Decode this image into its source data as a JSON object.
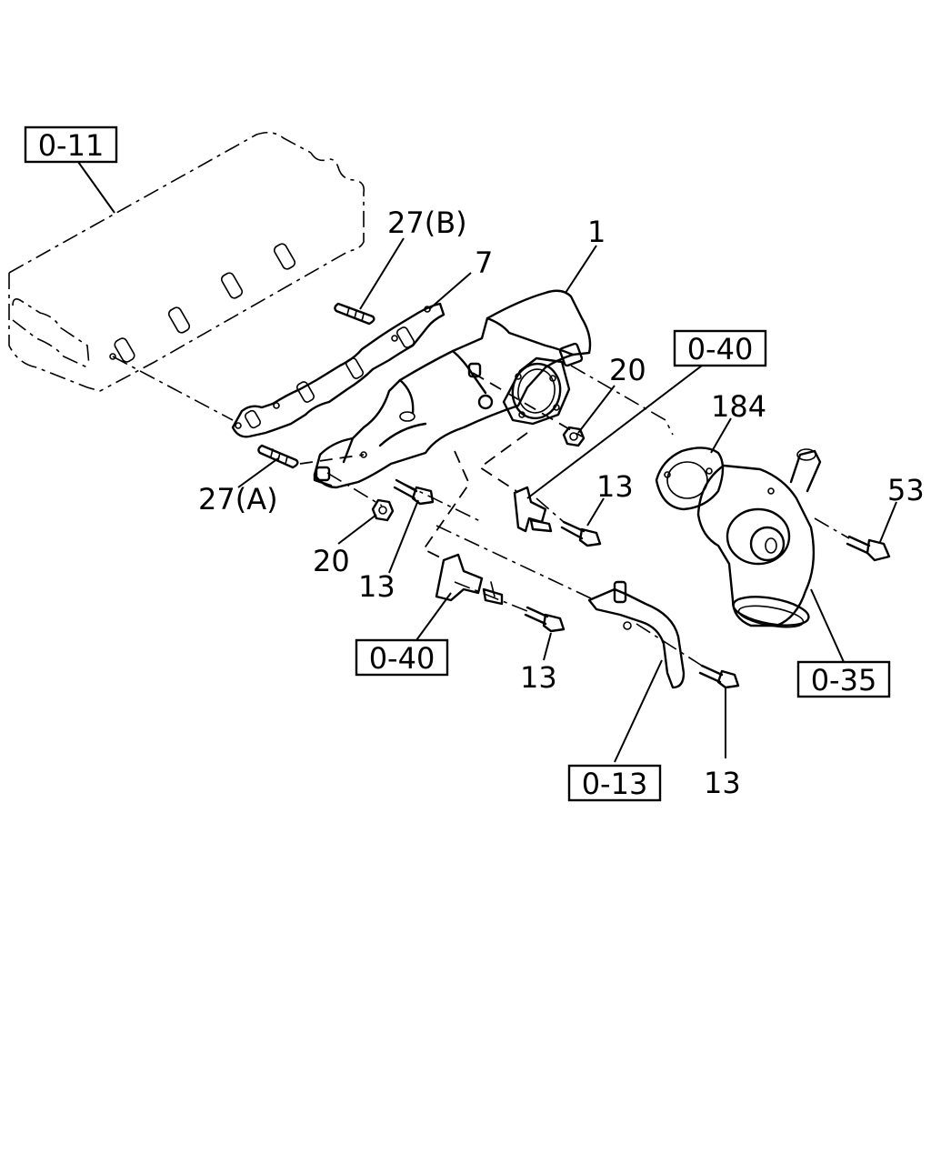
{
  "references": [
    {
      "id": "ref-0-11",
      "text": "0-11"
    },
    {
      "id": "ref-0-40-top",
      "text": "0-40"
    },
    {
      "id": "ref-0-40-bottom",
      "text": "0-40"
    },
    {
      "id": "ref-0-35",
      "text": "0-35"
    },
    {
      "id": "ref-0-13",
      "text": "0-13"
    }
  ],
  "callouts": {
    "c27b": "27(B)",
    "c7": "7",
    "c1": "1",
    "c20_top": "20",
    "c184": "184",
    "c13_mid": "13",
    "c53": "53",
    "c27a": "27(A)",
    "c20_left": "20",
    "c13_left": "13",
    "c13_low": "13",
    "c13_right": "13"
  }
}
